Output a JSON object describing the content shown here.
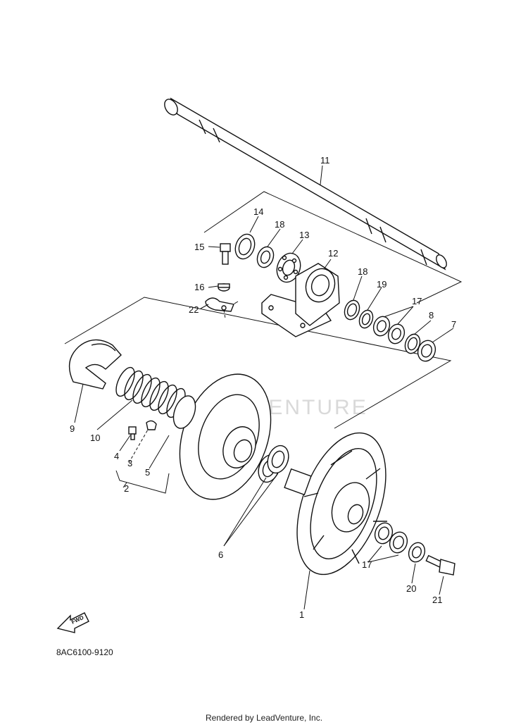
{
  "diagram_code": "8AC6100-9120",
  "fwd_label": "FWD",
  "footer_text": "Rendered by LeadVenture, Inc.",
  "watermark_text": "LEADVENTURE",
  "callouts": {
    "c1": "1",
    "c2": "2",
    "c3": "3",
    "c4": "4",
    "c5": "5",
    "c6": "6",
    "c7": "7",
    "c8": "8",
    "c9": "9",
    "c10": "10",
    "c11": "11",
    "c12": "12",
    "c13": "13",
    "c14": "14",
    "c15": "15",
    "c16": "16",
    "c17a": "17",
    "c17b": "17",
    "c18a": "18",
    "c18b": "18",
    "c19": "19",
    "c20": "20",
    "c21": "21",
    "c22": "22"
  }
}
